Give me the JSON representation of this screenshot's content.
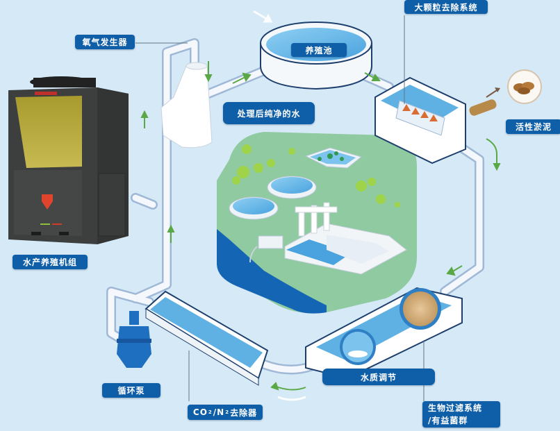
{
  "diagram": {
    "title": "",
    "labels": {
      "oxygen_generator": "氧气发生器",
      "large_particle_removal": "大颗粒去除系统",
      "culture_pond": "养殖池",
      "treated_water": "处理后纯净的水",
      "activated_sludge": "活性淤泥",
      "aquaculture_unit": "水产养殖机组",
      "circulation_pump": "循环泵",
      "co2_n2_remover": {
        "prefix": "CO",
        "sub1": "2",
        "mid": "/N",
        "sub2": "2",
        "suffix": "去除器"
      },
      "water_quality": "水质调节",
      "bio_filter_line1": "生物过滤系统",
      "bio_filter_line2": "/有益菌群"
    },
    "colors": {
      "background": "#d6e9f6",
      "label_bg": "#0f5fa8",
      "pipe": "#eef4fb",
      "pipe_outline": "#9fb8d6",
      "water": "#5fb0e3",
      "deep_water": "#1565b5",
      "grass": "#8fcaa0",
      "arrow_green": "#5aa845",
      "unit_body": "#3d3f3f",
      "unit_coil": "#b6a93d",
      "tank_outline": "#1d3f6e"
    },
    "icons": [
      "heat-pump-unit",
      "oxygen-cone",
      "culture-pond",
      "drum-filter",
      "sludge-circle",
      "treatment-plant",
      "bio-filter-tank",
      "co2-stripper",
      "circulation-pump",
      "flow-arrow"
    ]
  }
}
